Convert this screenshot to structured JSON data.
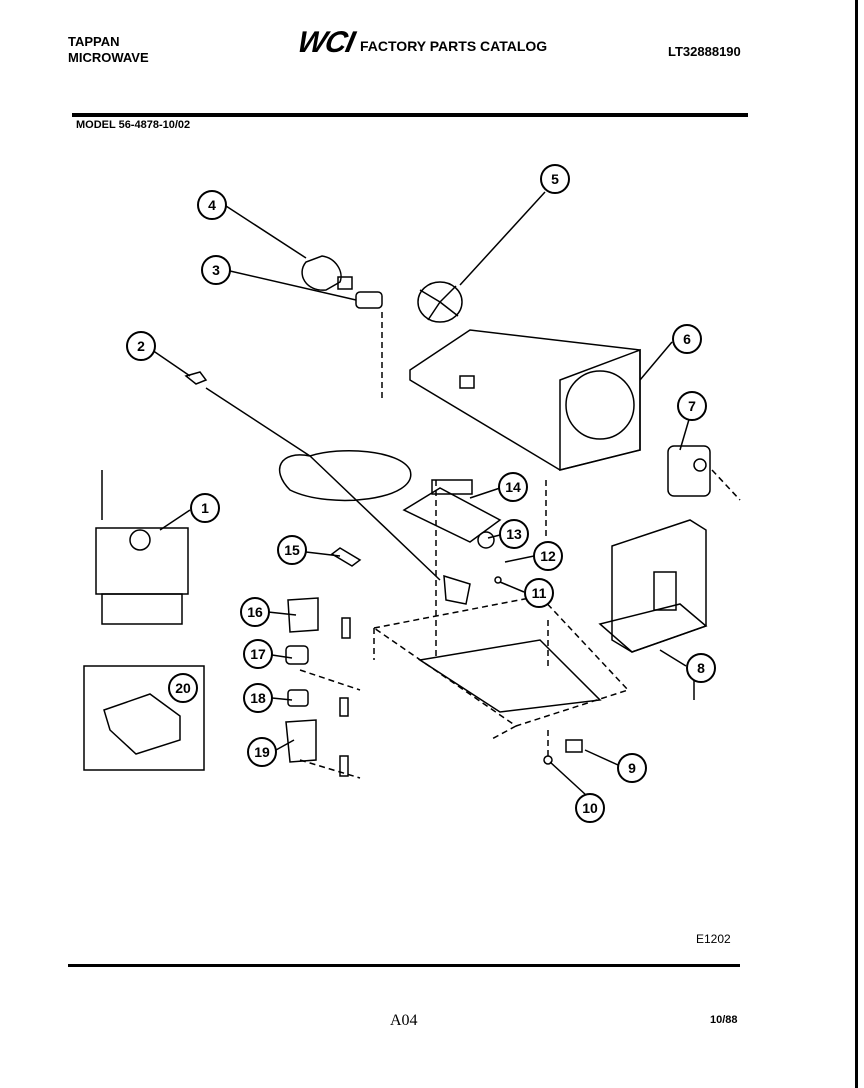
{
  "header": {
    "brand_line1": "TAPPAN",
    "brand_line2": "MICROWAVE",
    "logo": "WCI",
    "catalog_title": "FACTORY PARTS CATALOG",
    "part_number": "LT32888190"
  },
  "model": "MODEL 56-4878-10/02",
  "callouts": [
    "1",
    "2",
    "3",
    "4",
    "5",
    "6",
    "7",
    "8",
    "9",
    "10",
    "11",
    "12",
    "13",
    "14",
    "15",
    "16",
    "17",
    "18",
    "19",
    "20"
  ],
  "footer": {
    "diagram_code": "E1202",
    "page_code": "A04",
    "date_code": "10/88"
  }
}
